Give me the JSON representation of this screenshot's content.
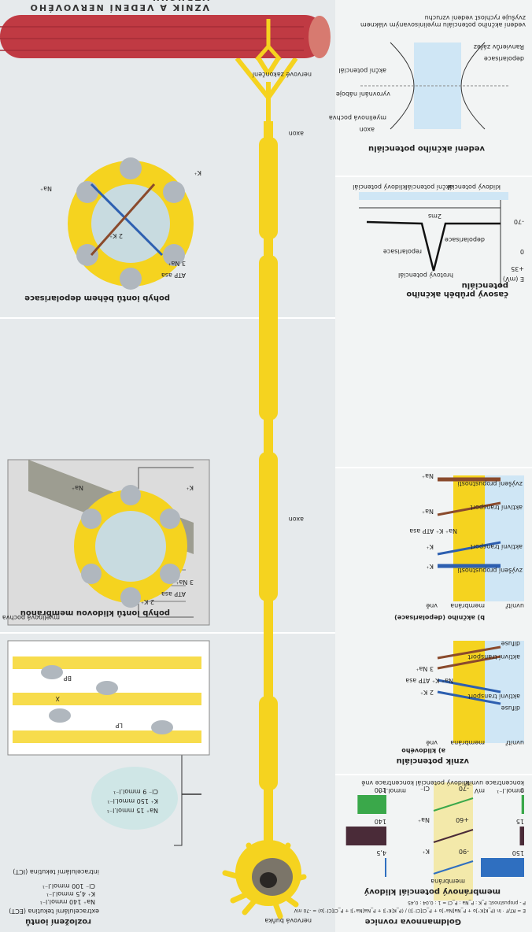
{
  "poster_title": "VZNIK A VEDENÍ NERVOVÉHO VZRUCHU",
  "distribution": {
    "heading": "rozložení iontů",
    "ect_label": "extracelulární tekutina (ECT)",
    "ect_values": [
      "Na⁺ 140 mmol.l⁻¹",
      "K⁺ 4,5 mmol.l⁻¹",
      "Cl⁻ 100 mmol.l⁻¹"
    ],
    "ict_label": "intracelulární tekutina (ICT)",
    "ict_values": [
      "Na⁺ 15 mmol.l⁻¹",
      "K⁺ 150 mmol.l⁻¹",
      "Cl⁻ 9 mmol.l⁻¹"
    ]
  },
  "neuron": {
    "cell_body": "nervová buňka",
    "axon": "axon",
    "ending": "nervové zakončení",
    "myelin": "myelinová pochva"
  },
  "membrane_detail": {
    "lp": "LP",
    "bp": "BP",
    "x": "X"
  },
  "goldman": {
    "heading": "Goldmannova rovnice",
    "equation": "E = RT/F · ln (P_K[K⁺]o + P_Na[Na⁺]o + P_Cl[Cl⁻]i) / (P_K[K⁺]i + P_Na[Na⁺]i + P_Cl[Cl⁻]o) = -70 mV",
    "legend": "P - propustnost; P_K : P_Na : P_Cl = 1 : 0,04 : 0,45"
  },
  "resting": {
    "heading": "membránový potenciál klidový",
    "membrane": "membrána",
    "concentration_out": "koncentrace vně",
    "potential": "klidový potenciál",
    "concentration_in": "koncentrace uvnitř",
    "unit_out": "mmol.l⁻¹",
    "unit_mv": "mV",
    "unit_in": "mmol.l⁻¹",
    "ions": [
      {
        "name": "K⁺",
        "out": "4,5",
        "potential": "-90",
        "in": "150",
        "color": "#2f6fc0"
      },
      {
        "name": "Na⁺",
        "out": "140",
        "potential": "+60",
        "in": "15",
        "color": "#4a2b38"
      },
      {
        "name": "Cl⁻",
        "out": "100",
        "potential": "-70",
        "in": "9",
        "color": "#3aa84a"
      }
    ]
  },
  "vznik": {
    "heading": "vznik potenciálu",
    "a_heading": "a) klidového",
    "b_heading": "b) akčního (depolarisace)",
    "vne": "vně",
    "membrana": "membrána",
    "uvnitr": "uvnitř",
    "a_labels": [
      "difuse",
      "aktivní transport",
      "2 K⁺",
      "Na⁺ K⁺ ATP asa",
      "3 Na⁺",
      "aktivní transport",
      "difuse"
    ],
    "b_labels": [
      "zvýšení propustnosti",
      "aktivní transport",
      "K⁺",
      "K⁺",
      "Na⁺ K⁺ ATP asa",
      "Na⁺",
      "aktivní transport",
      "zvýšení propustnosti",
      "Na⁺"
    ]
  },
  "timecourse": {
    "heading": "časový průběh akčního potenciálu",
    "y_label": "E (mV)",
    "y_ticks": [
      "+35",
      "0",
      "-70"
    ],
    "peak_label": "hrotový potenciál",
    "repolarization": "repolarisace",
    "depolarization": "depolarisace",
    "duration": "2ms",
    "bottom_labels": [
      "klidový potenciál",
      "akční potenciál",
      "klidový potenciál"
    ]
  },
  "conduction": {
    "heading": "vedení akčního potenciálu",
    "labels": [
      "axon",
      "myelinová pochva",
      "vyrovnání náboje",
      "akční potenciál",
      "depolarisace",
      "Ranvierův zářez"
    ],
    "caption": "vedení akčního potenciálu myelinisovaným vláknem zvyšuje rychlost vedení vzruchu"
  },
  "ion_resting": {
    "heading": "pohyb iontů klidovou membránou",
    "labels": [
      "ATP asa",
      "2 K⁺",
      "3 Na⁺",
      "Na⁺",
      "K⁺"
    ]
  },
  "ion_depol": {
    "heading": "pohyb iontů během depolarisace",
    "labels": [
      "ATP asa",
      "2 K⁺",
      "3 Na⁺",
      "Na⁺",
      "K⁺"
    ]
  },
  "colors": {
    "yellow": "#f5d31f",
    "blue": "#2d5fb0",
    "brown": "#8a4a2c",
    "muscle": "#c03a43"
  }
}
